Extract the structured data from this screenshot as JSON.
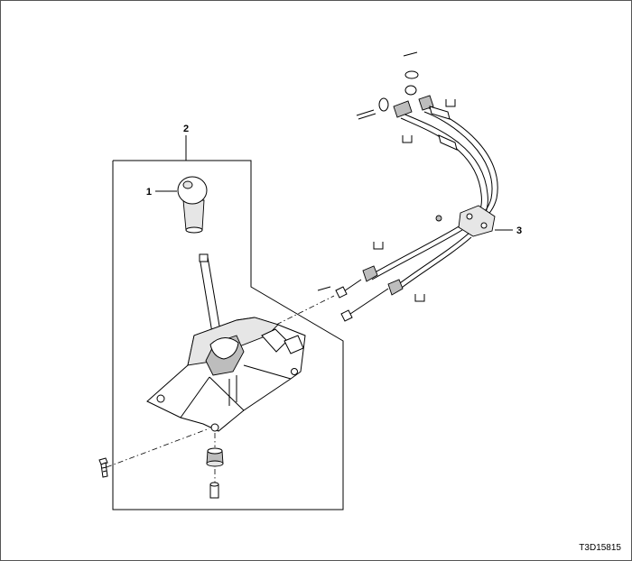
{
  "callouts": {
    "knob": "1",
    "shifter_assembly": "2",
    "cable_assembly": "3"
  },
  "figure_code": "T3D15815"
}
